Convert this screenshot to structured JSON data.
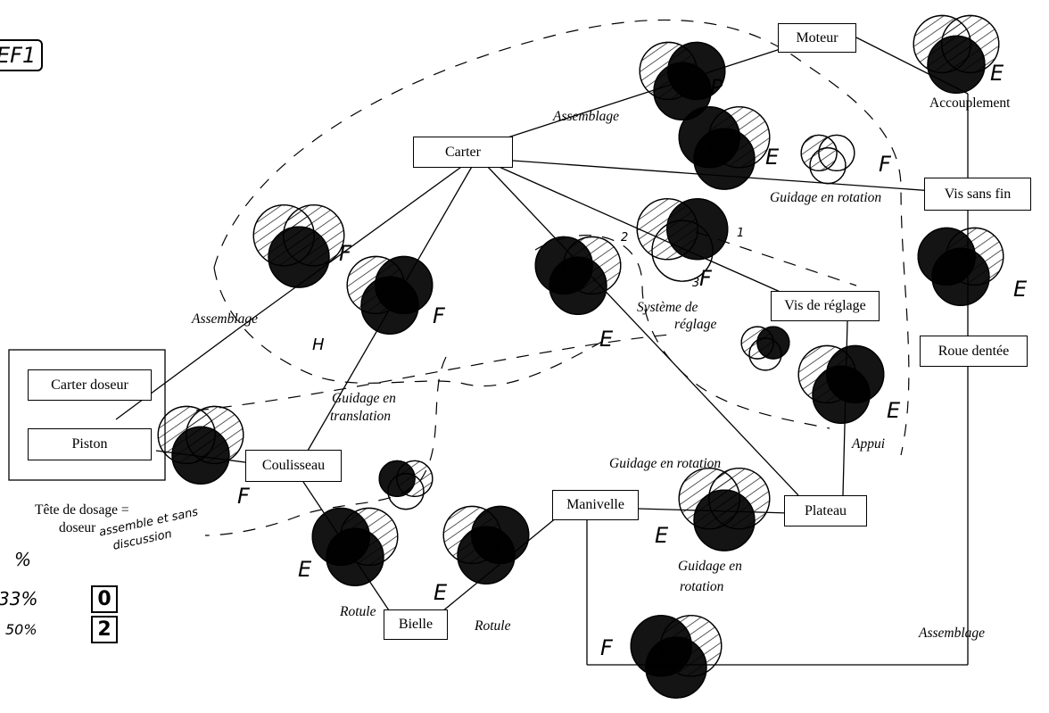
{
  "nodes": {
    "moteur": "Moteur",
    "carter": "Carter",
    "vis_sans_fin": "Vis sans fin",
    "vis_de_reglage": "Vis de réglage",
    "roue_dentee": "Roue dentée",
    "carter_doseur": "Carter doseur",
    "piston": "Piston",
    "coulisseau": "Coulisseau",
    "manivelle": "Manivelle",
    "plateau": "Plateau",
    "bielle": "Bielle"
  },
  "link_labels": {
    "assemblage_top": "Assemblage",
    "accouplement": "Accouplement",
    "guidage_rotation_top": "Guidage en rotation",
    "systeme_reglage_1": "Système de",
    "systeme_reglage_2": "réglage",
    "assemblage_left": "Assemblage",
    "guidage_translation_1": "Guidage en",
    "guidage_translation_2": "translation",
    "appui": "Appui",
    "guidage_rotation_mid": "Guidage en rotation",
    "guidage_rotation_low_1": "Guidage en",
    "guidage_rotation_low_2": "rotation",
    "rotule_left": "Rotule",
    "rotule_right": "Rotule",
    "assemblage_bottom": "Assemblage"
  },
  "group_caption": {
    "line1": "Tête de dosage =",
    "line2": "doseur"
  },
  "annotations": {
    "header": "EF1",
    "note1": "assemble et sans",
    "note2": "discussion",
    "percent_mark": "%",
    "row1_pct": "33%",
    "row1_val": "0",
    "row2_pct": "50%",
    "row2_val": "2",
    "letter_e": "E",
    "letter_f": "F",
    "letter_p": "P",
    "letter_h": "H",
    "num_1": "1",
    "num_2": "2",
    "num_3": "3"
  },
  "colors": {
    "ink": "#000000",
    "background": "#ffffff"
  },
  "icons": [
    "venn-relevance-icon",
    "dashed-grouping-curve"
  ]
}
